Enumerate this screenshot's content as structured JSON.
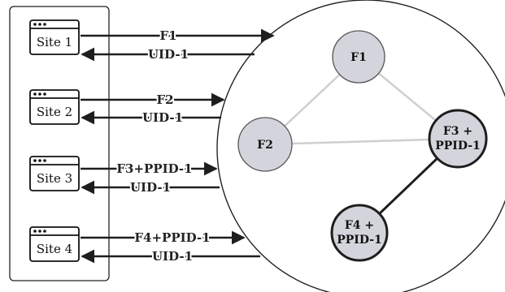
{
  "sites": [
    {
      "name": "Site 1",
      "outgoing": "F1",
      "incoming": "UID-1"
    },
    {
      "name": "Site 2",
      "outgoing": "F2",
      "incoming": "UID-1"
    },
    {
      "name": "Site 3",
      "outgoing": "F3+PPID-1",
      "incoming": "UID-1"
    },
    {
      "name": "Site 4",
      "outgoing": "F4+PPID-1",
      "incoming": "UID-1"
    }
  ],
  "graph": {
    "nodes": [
      {
        "id": "F1",
        "label": "F1",
        "emphasis": false
      },
      {
        "id": "F2",
        "label": "F2",
        "emphasis": false
      },
      {
        "id": "F3",
        "label_line1": "F3 +",
        "label_line2": "PPID-1",
        "emphasis": true
      },
      {
        "id": "F4",
        "label_line1": "F4 +",
        "label_line2": "PPID-1",
        "emphasis": true
      }
    ],
    "edges": [
      {
        "from": "F1",
        "to": "F2",
        "style": "light"
      },
      {
        "from": "F1",
        "to": "F3",
        "style": "light"
      },
      {
        "from": "F2",
        "to": "F3",
        "style": "light"
      },
      {
        "from": "F3",
        "to": "F4",
        "style": "dark"
      }
    ]
  },
  "colors": {
    "node_fill": "#d4d5dc",
    "light_edge": "#cfcfcf",
    "dark_edge": "#1e1e1e",
    "arrow": "#1e1e1e"
  }
}
